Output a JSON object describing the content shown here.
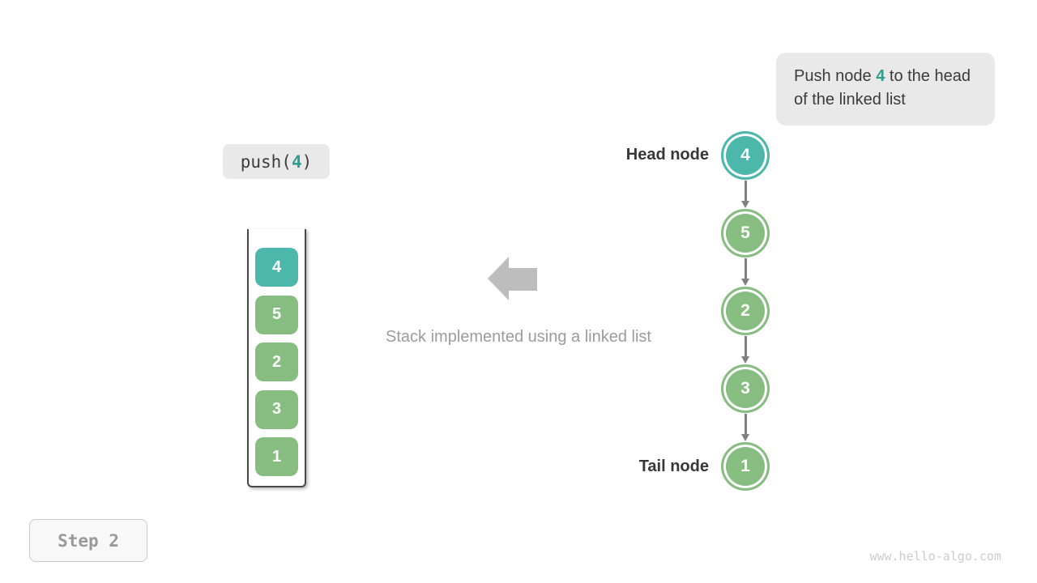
{
  "callout": {
    "text_prefix": "Push node ",
    "highlight": "4",
    "text_suffix": " to the head of the linked list"
  },
  "operation": {
    "prefix": "push(",
    "value": "4",
    "suffix": ")"
  },
  "stack": {
    "items": [
      {
        "value": "4",
        "emphasis": true
      },
      {
        "value": "5",
        "emphasis": false
      },
      {
        "value": "2",
        "emphasis": false
      },
      {
        "value": "3",
        "emphasis": false
      },
      {
        "value": "1",
        "emphasis": false
      }
    ]
  },
  "caption": "Stack implemented using a linked list",
  "linked_list": {
    "head_label": "Head node",
    "tail_label": "Tail node",
    "nodes": [
      {
        "value": "4",
        "emphasis": true
      },
      {
        "value": "5",
        "emphasis": false
      },
      {
        "value": "2",
        "emphasis": false
      },
      {
        "value": "3",
        "emphasis": false
      },
      {
        "value": "1",
        "emphasis": false
      }
    ]
  },
  "step_label": "Step 2",
  "watermark": "www.hello-algo.com",
  "colors": {
    "highlight_node": "#4cb8ac",
    "normal_node": "#87bd80",
    "highlight_text": "#2f9d8e",
    "arrow": "#808080",
    "big_arrow": "#bdbdbd",
    "muted_text": "#9b9b9b",
    "box_bg": "#e9e9e9",
    "label_dark": "#373737"
  }
}
